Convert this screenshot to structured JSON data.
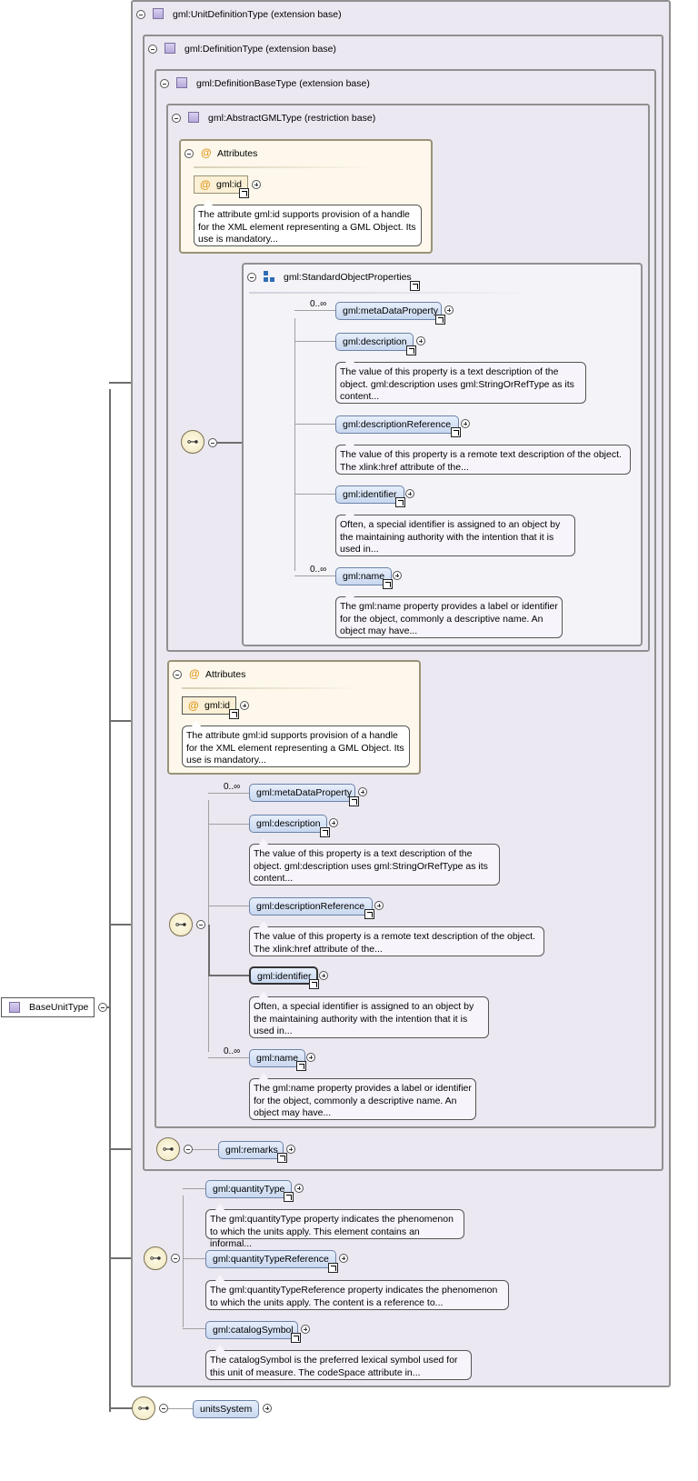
{
  "root": {
    "label": "BaseUnitType"
  },
  "unitDefinitionType": {
    "label": "gml:UnitDefinitionType (extension base)"
  },
  "definitionType": {
    "label": "gml:DefinitionType (extension base)"
  },
  "definitionBaseType": {
    "label": "gml:DefinitionBaseType (extension base)"
  },
  "abstractGMLType": {
    "label": "gml:AbstractGMLType (restriction base)",
    "attributes": {
      "title": "Attributes",
      "id_label": "gml:id",
      "id_desc": "The attribute gml:id supports provision of a handle for the XML element representing a GML Object. Its use is mandatory..."
    },
    "standardObjectProperties": {
      "label": "gml:StandardObjectProperties",
      "items": [
        {
          "label": "gml:metaDataProperty",
          "occ": "0..∞",
          "desc": ""
        },
        {
          "label": "gml:description",
          "occ": "",
          "desc": "The value of this property is a text description of the object. gml:description uses gml:StringOrRefType as its content..."
        },
        {
          "label": "gml:descriptionReference",
          "occ": "",
          "desc": "The value of this property is a remote text description of the object. The xlink:href attribute of the..."
        },
        {
          "label": "gml:identifier",
          "occ": "",
          "desc": "Often, a special identifier is assigned to an object by the maintaining authority with the intention that it is used in..."
        },
        {
          "label": "gml:name",
          "occ": "0..∞",
          "desc": "The gml:name property provides a label or identifier for the object, commonly a descriptive name. An object may have..."
        }
      ]
    }
  },
  "baseAttributes": {
    "title": "Attributes",
    "id_label": "gml:id",
    "id_desc": "The attribute gml:id supports provision of a handle for the XML element representing a GML Object. Its use is mandatory..."
  },
  "baseSequence": {
    "items": [
      {
        "label": "gml:metaDataProperty",
        "occ": "0..∞",
        "desc": ""
      },
      {
        "label": "gml:description",
        "occ": "",
        "desc": "The value of this property is a text description of the object. gml:description uses gml:StringOrRefType as its content..."
      },
      {
        "label": "gml:descriptionReference",
        "occ": "",
        "desc": "The value of this property is a remote text description of the object. The xlink:href attribute of the..."
      },
      {
        "label": "gml:identifier",
        "occ": "",
        "desc": "Often, a special identifier is assigned to an object by the maintaining authority with the intention that it is used in..."
      },
      {
        "label": "gml:name",
        "occ": "0..∞",
        "desc": "The gml:name property provides a label or identifier for the object, commonly a descriptive name. An object may have..."
      }
    ]
  },
  "remarks": {
    "label": "gml:remarks"
  },
  "unitSequence": {
    "items": [
      {
        "label": "gml:quantityType",
        "desc": "The gml:quantityType property indicates the phenomenon to which the units apply. This element contains an informal..."
      },
      {
        "label": "gml:quantityTypeReference",
        "desc": "The gml:quantityTypeReference property indicates the phenomenon to which the units apply. The content is a reference to..."
      },
      {
        "label": "gml:catalogSymbol",
        "desc": "The catalogSymbol is the preferred lexical symbol used for this unit of measure. The codeSpace attribute in..."
      }
    ]
  },
  "unitsSystem": {
    "label": "unitsSystem"
  },
  "icons": {
    "collapse": "minus-circle-icon",
    "expand": "plus-circle-icon",
    "type": "complex-type-icon",
    "attribute": "at-sign-icon",
    "sequence": "sequence-icon",
    "link": "link-arrow-icon",
    "group": "group-icon"
  },
  "colors": {
    "frame_border": "#909090",
    "frame_fill": "#ebe8f1",
    "attr_fill": "#fdf8eb",
    "element_fill": "#dbe5f6",
    "attr_symbol": "#e09a20"
  }
}
